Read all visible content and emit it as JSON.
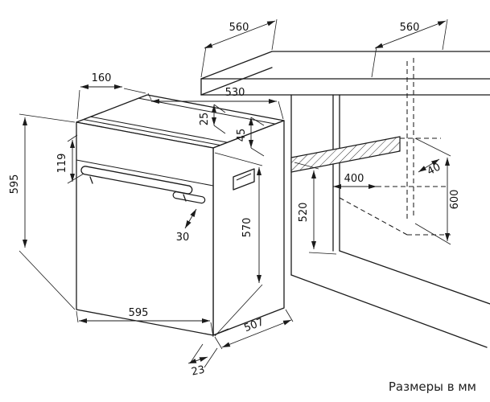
{
  "note": "Размеры в мм",
  "dims": {
    "top_left_depth": "560",
    "top_right_depth": "560",
    "top_offset": "160",
    "top_back_width": "530",
    "panel_inset": "25",
    "bracket_height": "45",
    "control_zone_height": "119",
    "oven_height": "595",
    "door_height": "570",
    "niche_front_height": "520",
    "niche_floor_depth": "400",
    "back_gap": "40",
    "niche_back_height": "600",
    "handle_clearance": "30",
    "oven_width": "595",
    "oven_depth": "507",
    "door_overhang": "23"
  }
}
